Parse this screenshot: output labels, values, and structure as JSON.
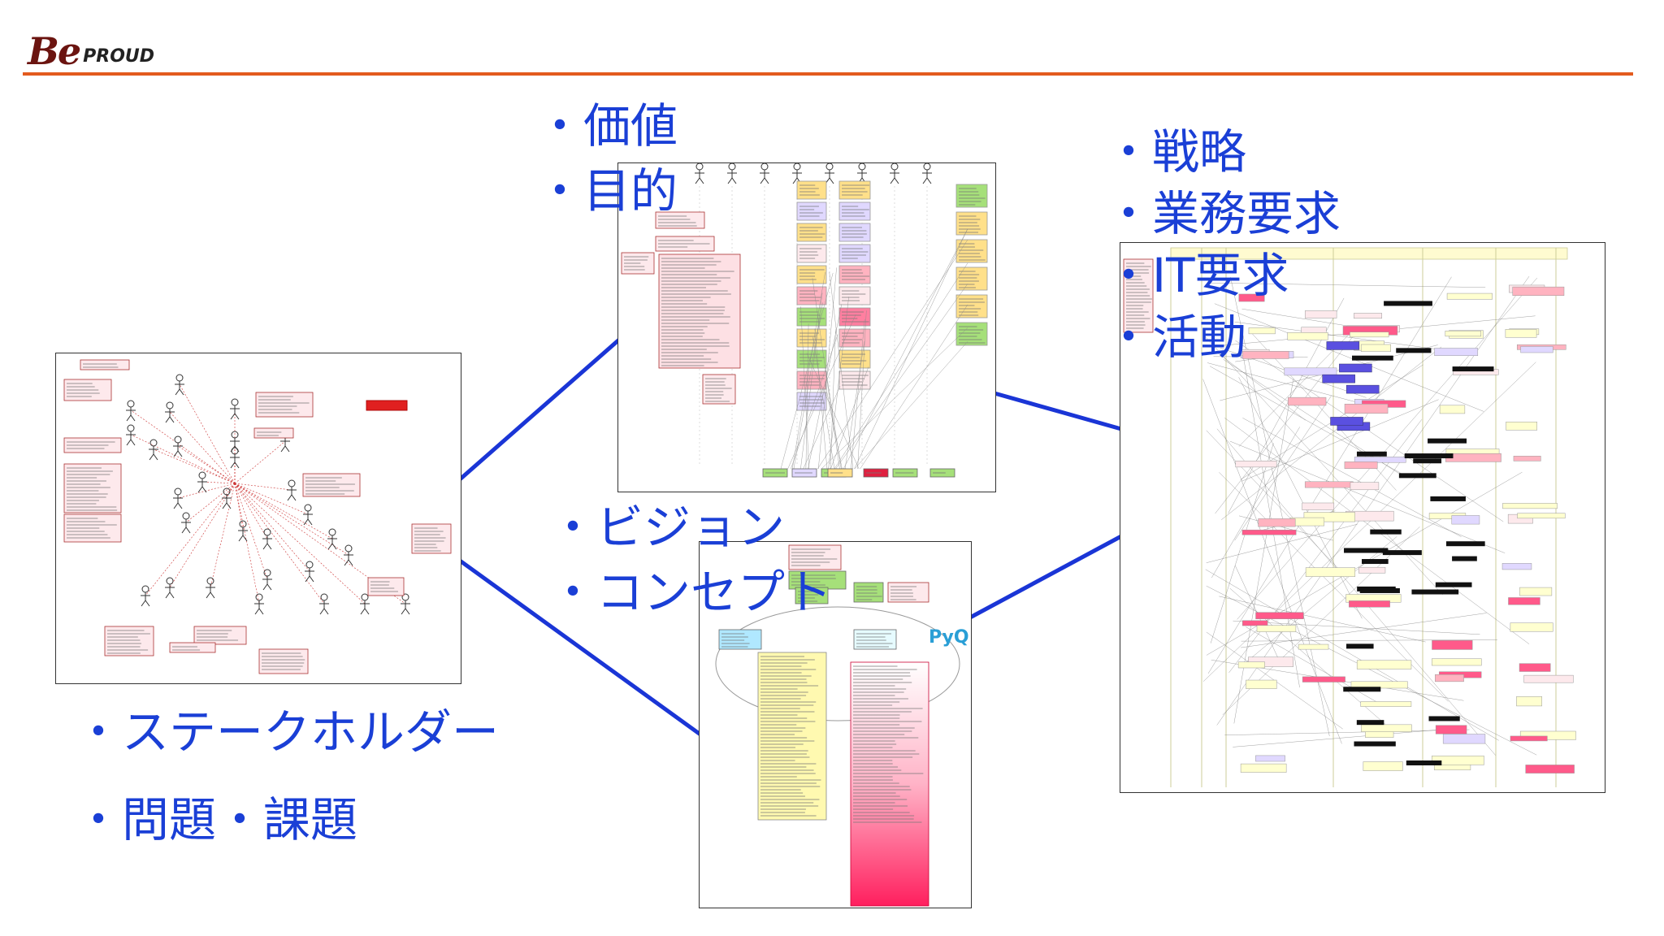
{
  "logo": {
    "be": "Be",
    "proud": "PROUD"
  },
  "colors": {
    "accent_line": "#e35b1e",
    "label_blue": "#1a3fd6",
    "connector_blue": "#1a35d6"
  },
  "labels": {
    "top_center": [
      "価値",
      "目的"
    ],
    "top_right": [
      "戦略",
      "業務要求",
      "IT要求",
      "活動"
    ],
    "middle_center": [
      "ビジョン",
      "コンセプト"
    ],
    "bottom_left": [
      "ステークホルダー",
      "問題・課題"
    ]
  },
  "bullet": "・",
  "pyq_logo_text": "PyQ"
}
